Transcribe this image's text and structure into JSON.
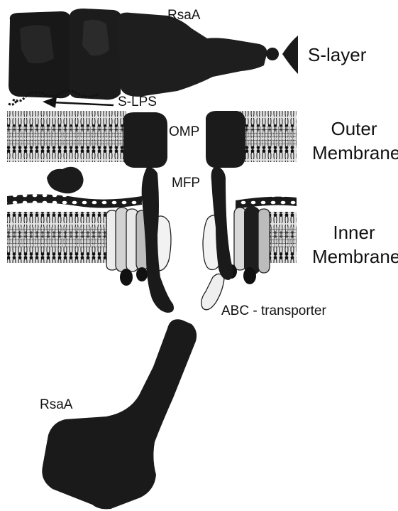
{
  "labels": {
    "rsaa_top": "RsaA",
    "s_layer": "S-layer",
    "s_lps": "S-LPS",
    "omp": "OMP",
    "outer_membrane_line1": "Outer",
    "outer_membrane_line2": "Membrane",
    "mfp": "MFP",
    "inner_membrane_line1": "Inner",
    "inner_membrane_line2": "Membrane",
    "abc_transporter": "ABC - transporter",
    "rsaa_bottom": "RsaA"
  },
  "colors": {
    "protein_dark": "#1b1b1b",
    "membrane_bg": "#d9d9d9",
    "membrane_line": "#1e1e1e",
    "light_protein": "#e4e4e4",
    "text": "#111111"
  }
}
